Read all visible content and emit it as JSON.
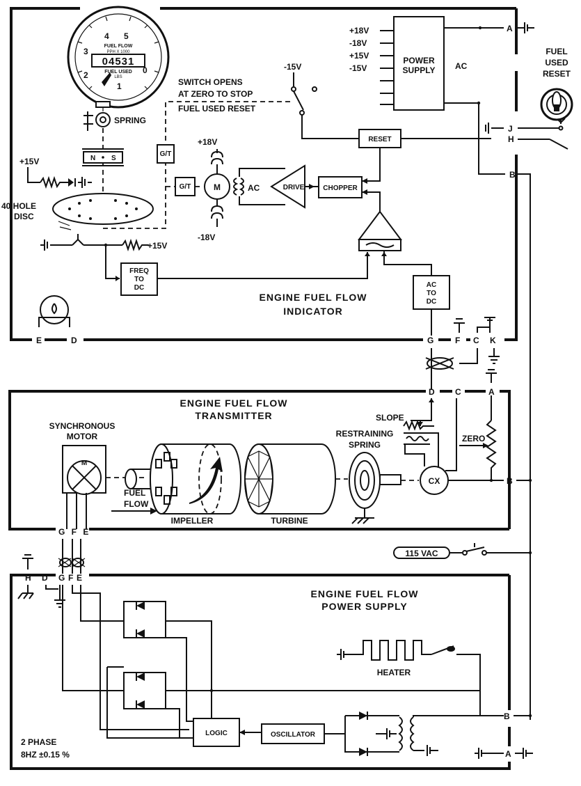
{
  "indicator": {
    "title_line1": "ENGINE FUEL FLOW",
    "title_line2": "INDICATOR",
    "dial": {
      "top_label": "FUEL FLOW",
      "scale_label": "PPH X 1000",
      "counter": "04531",
      "bottom_label": "FUEL USED",
      "unit": "LBS",
      "scale": [
        "0",
        "1",
        "2",
        "3",
        "4",
        "5"
      ]
    },
    "spring_label": "SPRING",
    "magnet_n": "N",
    "magnet_s": "S",
    "disc_label_1": "40 HOLE",
    "disc_label_2": "DISC",
    "plus15v": "+15V",
    "plus15v_b": "+15V",
    "minus15v": "-15V",
    "plus18v": "+18V",
    "minus18v": "-18V",
    "switch_note_1": "SWITCH OPENS",
    "switch_note_2": "AT ZERO TO STOP",
    "switch_note_3": "FUEL USED RESET",
    "gt1": "G/T",
    "gt2": "G/T",
    "motor_label": "M",
    "ac_label": "AC",
    "drive_label": "DRIVE",
    "chopper_label": "CHOPPER",
    "reset_label": "RESET",
    "freq_to_dc": [
      "FREQ",
      "TO",
      "DC"
    ],
    "ac_to_dc": [
      "AC",
      "TO",
      "DC"
    ],
    "power_supply": [
      "POWER",
      "SUPPLY"
    ],
    "ps_ac": "AC",
    "ps_inputs": [
      "+18V",
      "-18V",
      "+15V",
      "-15V"
    ],
    "pins": [
      "A",
      "J",
      "H",
      "B",
      "G",
      "F",
      "C",
      "K",
      "E",
      "D"
    ]
  },
  "reset_switch": [
    "FUEL",
    "USED",
    "RESET"
  ],
  "transmitter": {
    "title_line1": "ENGINE FUEL FLOW",
    "title_line2": "TRANSMITTER",
    "sync_motor": [
      "SYNCHRONOUS",
      "MOTOR"
    ],
    "motor_label": "M",
    "fuel_flow": [
      "FUEL",
      "FLOW"
    ],
    "impeller": "IMPELLER",
    "turbine": "TURBINE",
    "restraining_spring": [
      "RESTRAINING",
      "SPRING"
    ],
    "slope": "SLOPE",
    "zero": "ZERO",
    "cx": "CX",
    "pins_top": [
      "D",
      "C",
      "A"
    ],
    "pin_b": "B",
    "pins_bottom": "G F E"
  },
  "supply_line": "115 VAC",
  "power_supply": {
    "title_line1": "ENGINE FUEL FLOW",
    "title_line2": "POWER SUPPLY",
    "heater": "HEATER",
    "logic": "LOGIC",
    "oscillator": "OSCILLATOR",
    "phase_line1": "2 PHASE",
    "phase_line2": "8HZ ±0.15 %",
    "pins_top": [
      "H",
      "D",
      "G",
      "F",
      "E"
    ],
    "pin_b": "B",
    "pin_a": "A"
  }
}
